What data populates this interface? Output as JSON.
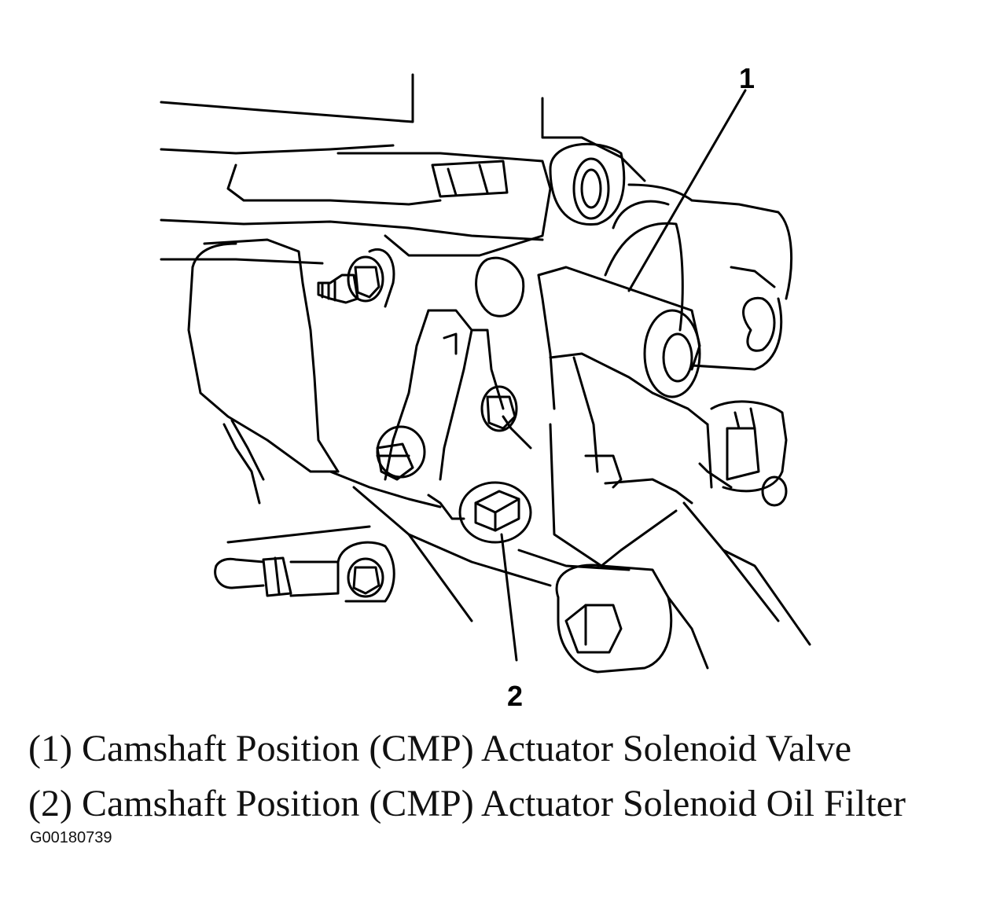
{
  "callouts": [
    {
      "number": "1"
    },
    {
      "number": "2"
    }
  ],
  "legend": [
    {
      "text": "(1) Camshaft Position (CMP) Actuator Solenoid Valve"
    },
    {
      "text": "(2) Camshaft Position (CMP) Actuator Solenoid Oil Filter"
    }
  ],
  "figure_id": "G00180739"
}
